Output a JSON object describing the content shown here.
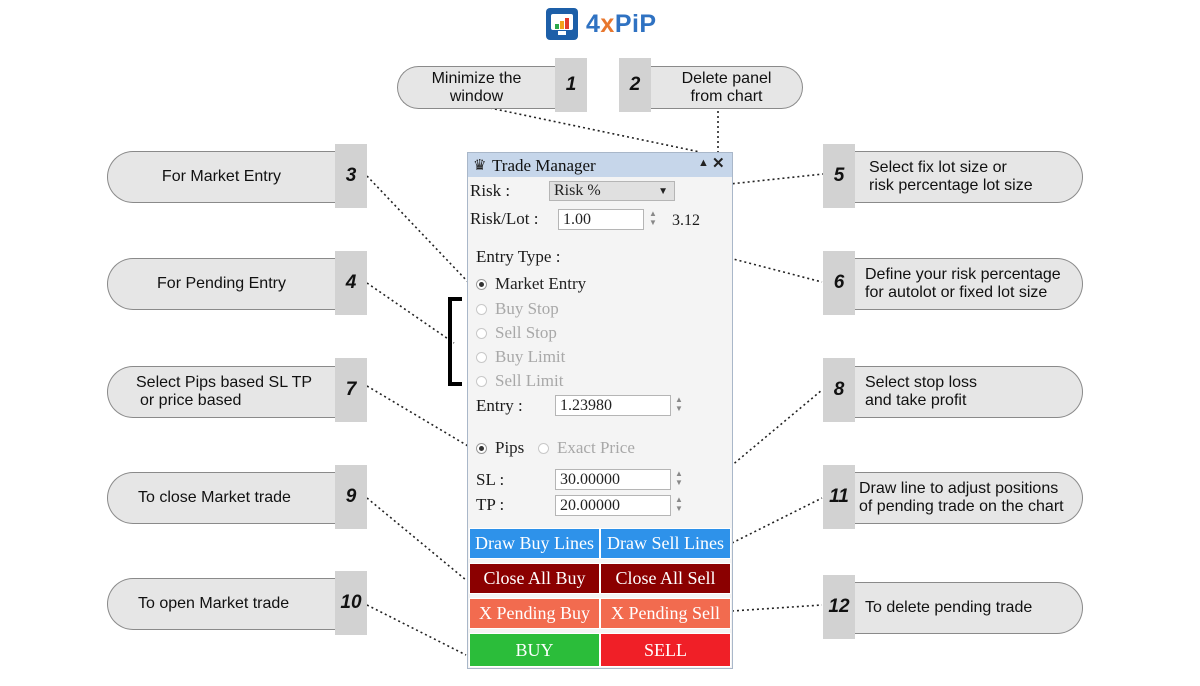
{
  "logo": {
    "prefix": "4",
    "x": "x",
    "suffix": "PiP"
  },
  "callouts": {
    "c1": {
      "num": "1",
      "text": "Minimize the window"
    },
    "c2": {
      "num": "2",
      "text": "Delete panel from chart"
    },
    "c3": {
      "num": "3",
      "text": "For Market Entry"
    },
    "c4": {
      "num": "4",
      "text": "For Pending Entry"
    },
    "c5": {
      "num": "5",
      "text_line1": "Select fix lot size or",
      "text_line2": "risk percentage lot size"
    },
    "c6": {
      "num": "6",
      "text_line1": "Define your risk percentage",
      "text_line2": "for autolot or fixed lot size"
    },
    "c7": {
      "num": "7",
      "text_line1": "Select Pips based SL TP",
      "text_line2": "or price based"
    },
    "c8": {
      "num": "8",
      "text_line1": "Select stop loss",
      "text_line2": "and take profit"
    },
    "c9": {
      "num": "9",
      "text": "To close Market trade"
    },
    "c10": {
      "num": "10",
      "text": "To open Market trade"
    },
    "c11": {
      "num": "11",
      "text_line1": "Draw line to adjust positions",
      "text_line2": "of pending trade on the chart"
    },
    "c12": {
      "num": "12",
      "text": "To delete pending trade"
    }
  },
  "panel": {
    "title": "Trade Manager",
    "title_icon": "trader-icon",
    "risk_label": "Risk :",
    "risk_select": "Risk %",
    "risklot_label": "Risk/Lot :",
    "risklot_value": "1.00",
    "lot_result": "3.12",
    "entry_type_label": "Entry Type :",
    "entry_types": [
      "Market Entry",
      "Buy Stop",
      "Sell Stop",
      "Buy Limit",
      "Sell Limit"
    ],
    "entry_label": "Entry :",
    "entry_value": "1.23980",
    "mode_pips": "Pips",
    "mode_exact": "Exact Price",
    "sl_label": "SL :",
    "sl_value": "30.00000",
    "tp_label": "TP :",
    "tp_value": "20.00000",
    "buttons": {
      "draw_buy": "Draw Buy Lines",
      "draw_sell": "Draw Sell Lines",
      "close_buy": "Close All Buy",
      "close_sell": "Close All Sell",
      "x_pending_buy": "X Pending Buy",
      "x_pending_sell": "X Pending Sell",
      "buy": "BUY",
      "sell": "SELL"
    }
  },
  "colors": {
    "draw_btn": "#2e92ea",
    "close_btn": "#8b0000",
    "x_pending_btn": "#f26b4f",
    "buy_btn": "#2bbd3a",
    "sell_btn": "#f01f27",
    "titlebar": "#c6d6ea",
    "callout_bg": "#e6e6e6",
    "numtab_bg": "#d2d2d2"
  }
}
